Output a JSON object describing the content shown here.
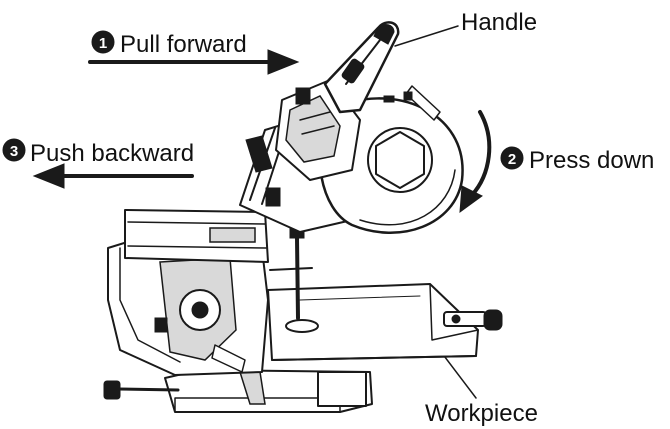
{
  "steps": [
    {
      "number": "1",
      "label": "Pull forward"
    },
    {
      "number": "2",
      "label": "Press down"
    },
    {
      "number": "3",
      "label": "Push backward"
    }
  ],
  "callouts": {
    "handle": "Handle",
    "workpiece": "Workpiece"
  },
  "colors": {
    "ink": "#1a1a1a",
    "background": "#ffffff"
  }
}
